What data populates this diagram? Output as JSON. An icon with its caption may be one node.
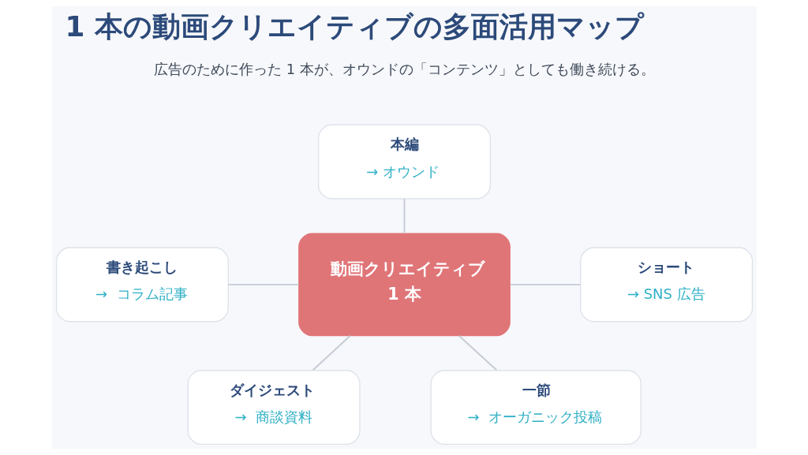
{
  "diagram": {
    "title": "1 本の動画クリエイティブの多面活用マップ",
    "nodes": [
      {
        "text": [
          "本編",
          "→ オウンド"
        ]
      },
      {
        "text": [
          "書き起こし",
          "→  コラム記事"
        ]
      },
      {
        "text": [
          "ショート",
          "→ SNS 広告"
        ]
      },
      {
        "text": [
          "動画クリエイティブ",
          "1 本"
        ]
      },
      {
        "text": [
          "ダイジェスト",
          "→  商談資料"
        ]
      },
      {
        "text": [
          "一節",
          "→  オーガニック投稿"
        ]
      }
    ],
    "edges": [
      {
        "from": 0,
        "to": 3,
        "arrow": "none"
      },
      {
        "from": 1,
        "to": 3,
        "arrow": "none"
      },
      {
        "from": 3,
        "to": 2,
        "arrow": "none"
      },
      {
        "from": 3,
        "to": 4,
        "arrow": "none"
      },
      {
        "from": 3,
        "to": 5,
        "arrow": "none"
      }
    ],
    "labels": [
      "広告のために作った 1 本が、オウンドの「コンテンツ」としても働き続ける。"
    ]
  }
}
